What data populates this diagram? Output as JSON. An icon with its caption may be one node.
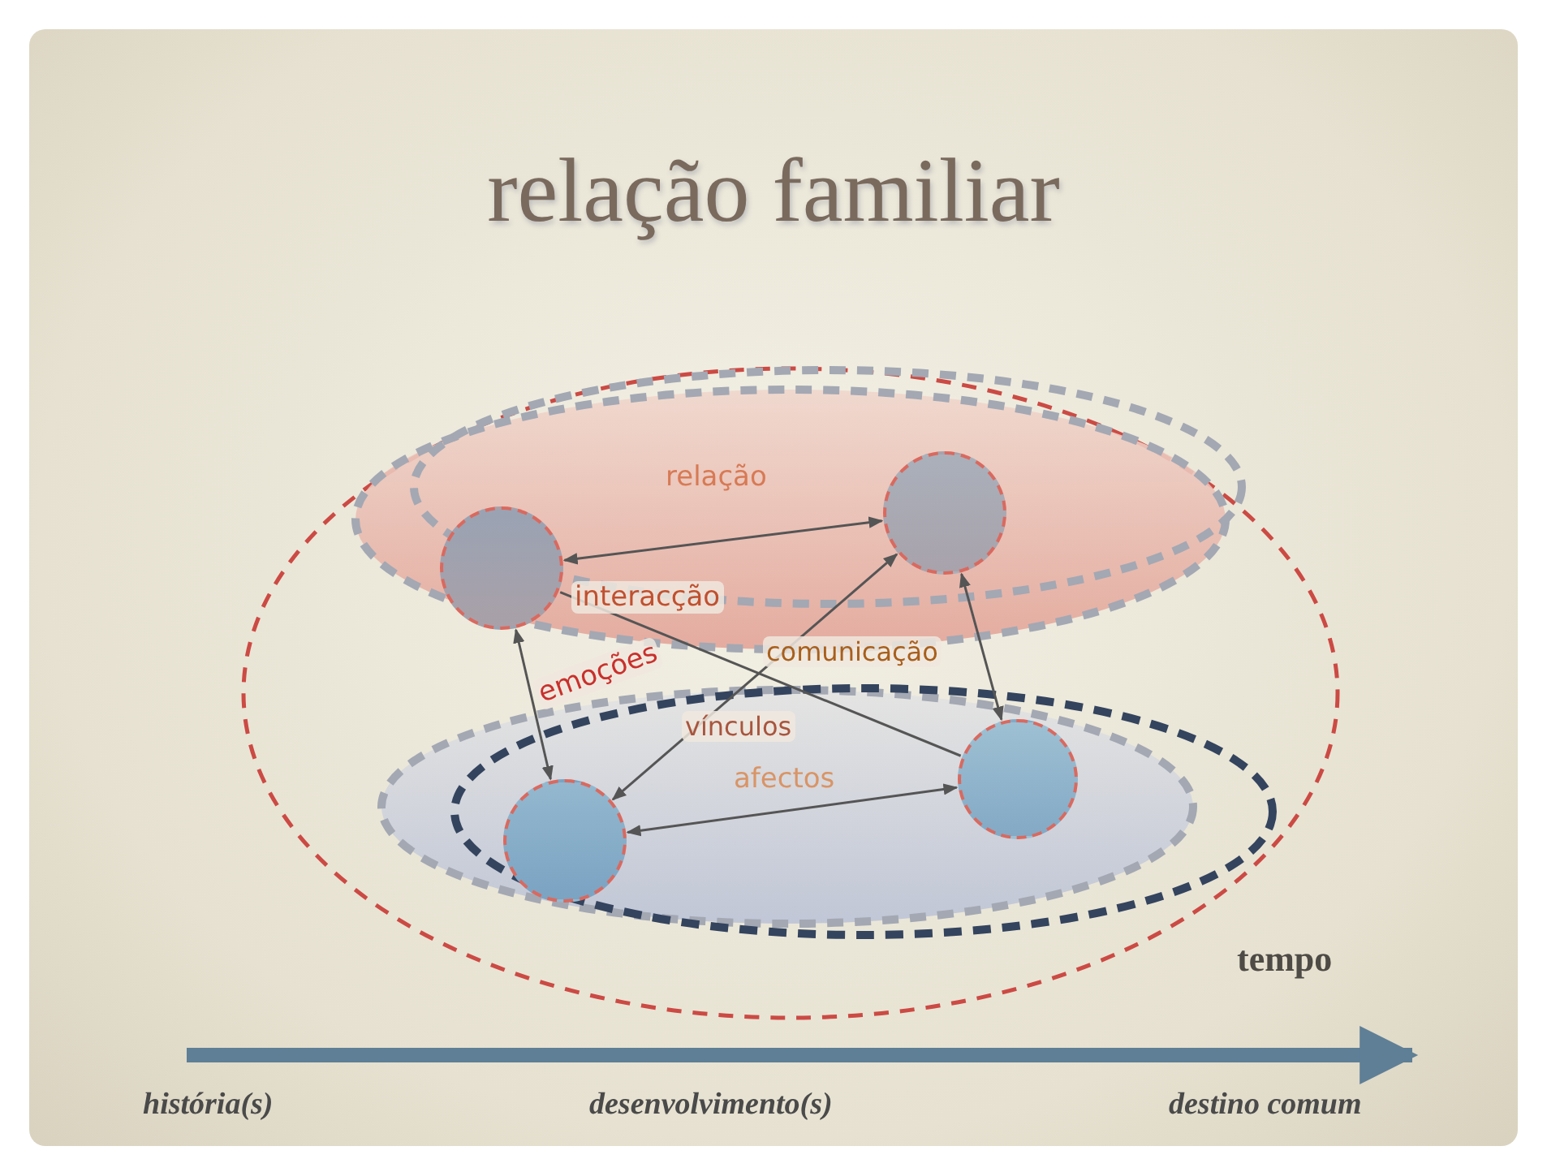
{
  "diagram": {
    "title": "relação familiar",
    "nodes": [
      {
        "text": [],
        "shape": "circle"
      },
      {
        "text": [],
        "shape": "circle"
      },
      {
        "text": [],
        "shape": "circle"
      },
      {
        "text": [],
        "shape": "circle"
      }
    ],
    "edges": [
      {
        "from": 0,
        "to": 1,
        "arrow": "both",
        "label": "relação"
      },
      {
        "from": 2,
        "to": 3,
        "arrow": "both",
        "label": "afectos"
      },
      {
        "from": 0,
        "to": 2,
        "arrow": "both"
      },
      {
        "from": 1,
        "to": 3,
        "arrow": "both"
      },
      {
        "from": 2,
        "to": 1,
        "arrow": "both"
      },
      {
        "from": 0,
        "to": 3,
        "arrow": "none"
      }
    ],
    "labels": [
      "interacção",
      "comunicação",
      "emoções",
      "vínculos",
      "tempo",
      "história(s)",
      "desenvolvimento(s)",
      "destino comum"
    ]
  }
}
